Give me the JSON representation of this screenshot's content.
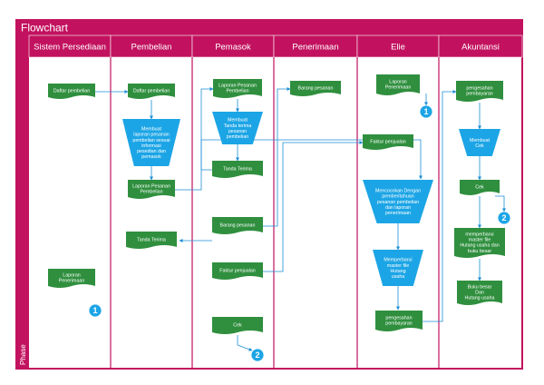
{
  "diagram": {
    "title": "Flowchart",
    "phase_label": "Phase",
    "lanes": [
      {
        "id": "sistem-persediaan",
        "label": "Sistem Persediaan"
      },
      {
        "id": "pembelian",
        "label": "Pembelian"
      },
      {
        "id": "pemasok",
        "label": "Pemasok"
      },
      {
        "id": "penerimaan",
        "label": "Penerimaan"
      },
      {
        "id": "elie",
        "label": "Elie"
      },
      {
        "id": "akuntansi",
        "label": "Akuntansi"
      }
    ],
    "nodes": [
      {
        "id": "sp-daftar",
        "lane": "sistem-persediaan",
        "type": "document",
        "lines": [
          "Daftar pembelian"
        ]
      },
      {
        "id": "sp-laporan",
        "lane": "sistem-persediaan",
        "type": "document",
        "lines": [
          "Laporan",
          "Penerimaan"
        ]
      },
      {
        "id": "sp-c1",
        "lane": "sistem-persediaan",
        "type": "connector",
        "lines": [
          "1"
        ]
      },
      {
        "id": "pb-daftar",
        "lane": "pembelian",
        "type": "document",
        "lines": [
          "Daftar pembelian"
        ]
      },
      {
        "id": "pb-proc",
        "lane": "pembelian",
        "type": "process",
        "lines": [
          "Membuat",
          "laporan pesanan",
          "pembelian sesuai",
          "informasi",
          "pesedian dan",
          "pemasok"
        ]
      },
      {
        "id": "pb-lpp",
        "lane": "pembelian",
        "type": "document",
        "lines": [
          "Laporan Pesanan",
          "Pembelian"
        ]
      },
      {
        "id": "pb-tanda",
        "lane": "pembelian",
        "type": "document",
        "lines": [
          "Tanda Terima"
        ]
      },
      {
        "id": "pm-lpp",
        "lane": "pemasok",
        "type": "document",
        "lines": [
          "Laporan Pesanan",
          "Pembelian"
        ]
      },
      {
        "id": "pm-proc",
        "lane": "pemasok",
        "type": "process",
        "lines": [
          "Membuat",
          "Tanda terima",
          "pesanan",
          "pembelian"
        ]
      },
      {
        "id": "pm-tanda",
        "lane": "pemasok",
        "type": "document",
        "lines": [
          "Tanda Terima"
        ]
      },
      {
        "id": "pm-barang",
        "lane": "pemasok",
        "type": "document",
        "lines": [
          "Barang pesanan"
        ]
      },
      {
        "id": "pm-faktur",
        "lane": "pemasok",
        "type": "document",
        "lines": [
          "Faktur penjualan"
        ]
      },
      {
        "id": "pm-cek",
        "lane": "pemasok",
        "type": "document",
        "lines": [
          "Cek"
        ]
      },
      {
        "id": "pm-c2",
        "lane": "pemasok",
        "type": "connector",
        "lines": [
          "2"
        ]
      },
      {
        "id": "pn-barang",
        "lane": "penerimaan",
        "type": "document",
        "lines": [
          "Barang pesanan"
        ]
      },
      {
        "id": "el-laporan",
        "lane": "elie",
        "type": "document",
        "lines": [
          "Laporan",
          "Penerimaan"
        ]
      },
      {
        "id": "el-c1",
        "lane": "elie",
        "type": "connector",
        "lines": [
          "1"
        ]
      },
      {
        "id": "el-faktur",
        "lane": "elie",
        "type": "document",
        "lines": [
          "Faktur penjualan"
        ]
      },
      {
        "id": "el-proc1",
        "lane": "elie",
        "type": "process",
        "lines": [
          "Mencocokan Dengan",
          "pemberitahuan",
          "pesanan pembelian",
          "dan laporan",
          "penerimaan"
        ]
      },
      {
        "id": "el-proc2",
        "lane": "elie",
        "type": "process",
        "lines": [
          "Memperbarui",
          "master file",
          "Hutang",
          "usaha"
        ]
      },
      {
        "id": "el-pengesahan",
        "lane": "elie",
        "type": "document",
        "lines": [
          "pengesahan",
          "pembayaran"
        ]
      },
      {
        "id": "ak-pengesahan",
        "lane": "akuntansi",
        "type": "document",
        "lines": [
          "pengesahan",
          "pembayaran"
        ]
      },
      {
        "id": "ak-proc",
        "lane": "akuntansi",
        "type": "process",
        "lines": [
          "Membuat",
          "Cek"
        ]
      },
      {
        "id": "ak-cek",
        "lane": "akuntansi",
        "type": "document",
        "lines": [
          "Cek"
        ]
      },
      {
        "id": "ak-c2",
        "lane": "akuntansi",
        "type": "connector",
        "lines": [
          "2"
        ]
      },
      {
        "id": "ak-memperbarui",
        "lane": "akuntansi",
        "type": "document",
        "lines": [
          "memperbarui",
          "master file",
          "Hutang usaha dan",
          "buku besar"
        ]
      },
      {
        "id": "ak-buku",
        "lane": "akuntansi",
        "type": "document",
        "lines": [
          "Buku besar",
          "Dan",
          "Hutang usaha"
        ]
      }
    ],
    "colors": {
      "frame": "#c2125f",
      "process": "#1ca5e6",
      "document": "#2f8f3e",
      "connector": "#1ca5e6",
      "arrow": "#1c8fd6",
      "background": "#ffffff"
    }
  }
}
